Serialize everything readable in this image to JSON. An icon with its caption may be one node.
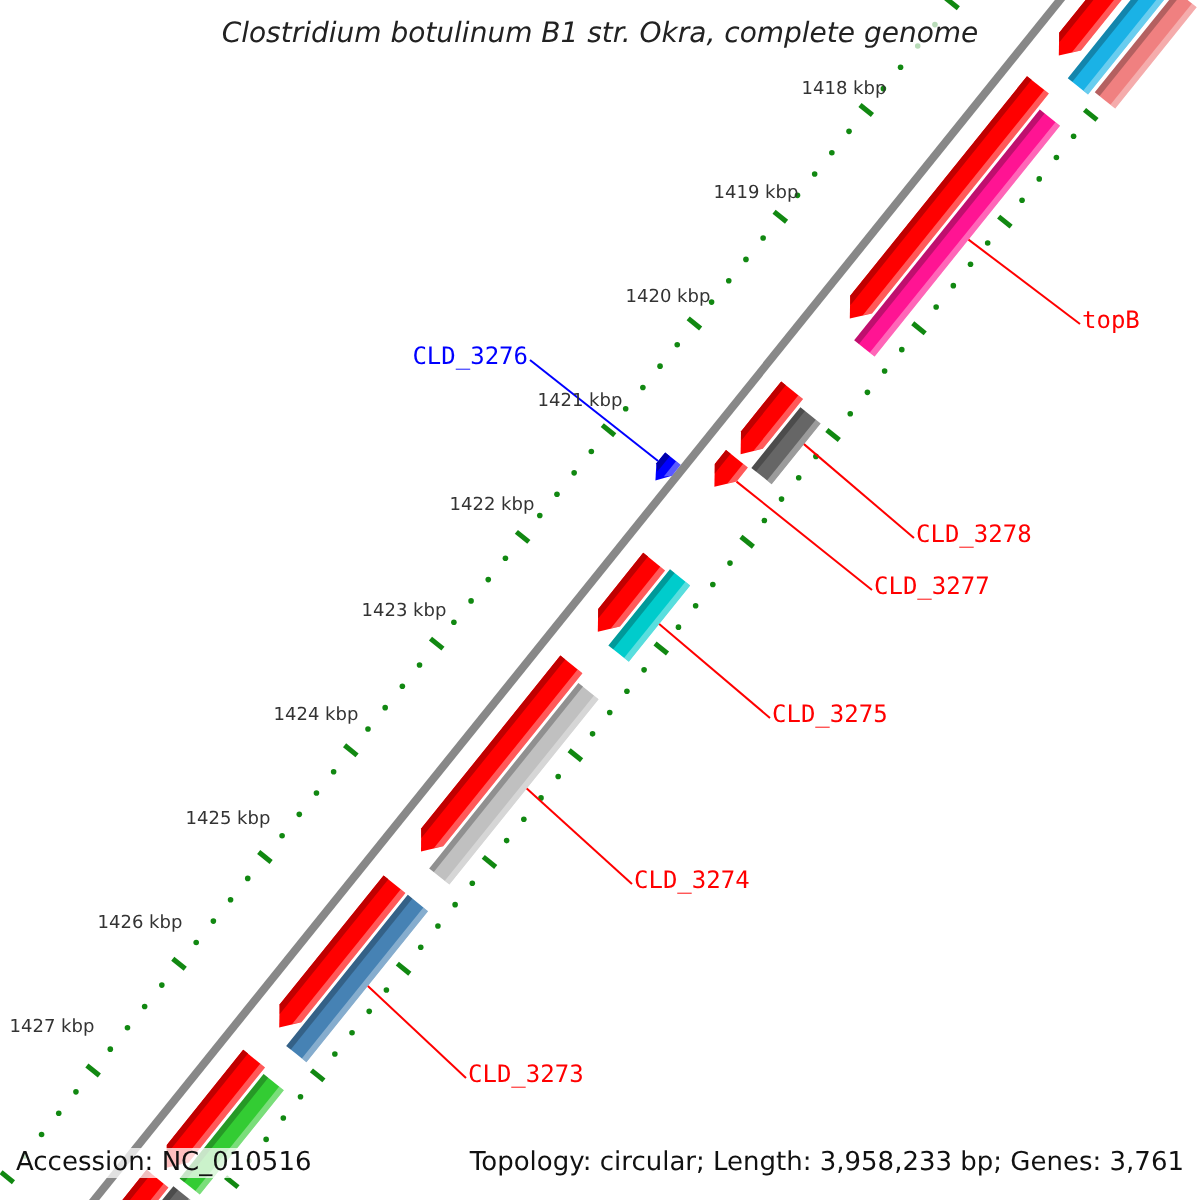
{
  "diagram": {
    "title": "Clostridium botulinum B1 str. Okra, complete genome",
    "nodes": [
      {
        "text": [
          "topB"
        ]
      },
      {
        "text": [
          "CLD_3276"
        ]
      },
      {
        "text": [
          "CLD_3278"
        ]
      },
      {
        "text": [
          "CLD_3277"
        ]
      },
      {
        "text": [
          "CLD_3275"
        ]
      },
      {
        "text": [
          "CLD_3274"
        ]
      },
      {
        "text": [
          "CLD_3273"
        ]
      },
      {
        "text": [],
        "shape": "arrow"
      },
      {
        "text": [],
        "shape": "bar"
      },
      {
        "text": [],
        "shape": "bar"
      },
      {
        "text": [],
        "shape": "arrow"
      },
      {
        "text": [],
        "shape": "bar"
      },
      {
        "text": [],
        "shape": "arrow"
      },
      {
        "text": [],
        "shape": "bar"
      },
      {
        "text": [],
        "shape": "arrow"
      },
      {
        "text": [],
        "shape": "arrow"
      },
      {
        "text": [],
        "shape": "arrow"
      },
      {
        "text": [],
        "shape": "bar"
      },
      {
        "text": [],
        "shape": "arrow"
      },
      {
        "text": [],
        "shape": "bar"
      },
      {
        "text": [],
        "shape": "arrow"
      },
      {
        "text": [],
        "shape": "bar"
      },
      {
        "text": [],
        "shape": "arrow"
      },
      {
        "text": [],
        "shape": "bar"
      },
      {
        "text": [],
        "shape": "arrow"
      },
      {
        "text": [],
        "shape": "bar"
      }
    ],
    "edges": [
      {
        "from": 0,
        "to": 11,
        "arrow": "none"
      },
      {
        "from": 1,
        "to": 14,
        "arrow": "none",
        "color": "#0000ff"
      },
      {
        "from": 2,
        "to": 13,
        "arrow": "none"
      },
      {
        "from": 3,
        "to": 15,
        "arrow": "none"
      },
      {
        "from": 4,
        "to": 17,
        "arrow": "none"
      },
      {
        "from": 5,
        "to": 19,
        "arrow": "none"
      },
      {
        "from": 6,
        "to": 21,
        "arrow": "none"
      }
    ],
    "labels": [
      "1418 kbp",
      "1419 kbp",
      "1420 kbp",
      "1421 kbp",
      "1422 kbp",
      "1423 kbp",
      "1424 kbp",
      "1425 kbp",
      "1426 kbp",
      "1427 kbp",
      "Accession: NC_010516",
      "Topology: circular; Length: 3,958,233 bp; Genes: 3,761"
    ]
  }
}
